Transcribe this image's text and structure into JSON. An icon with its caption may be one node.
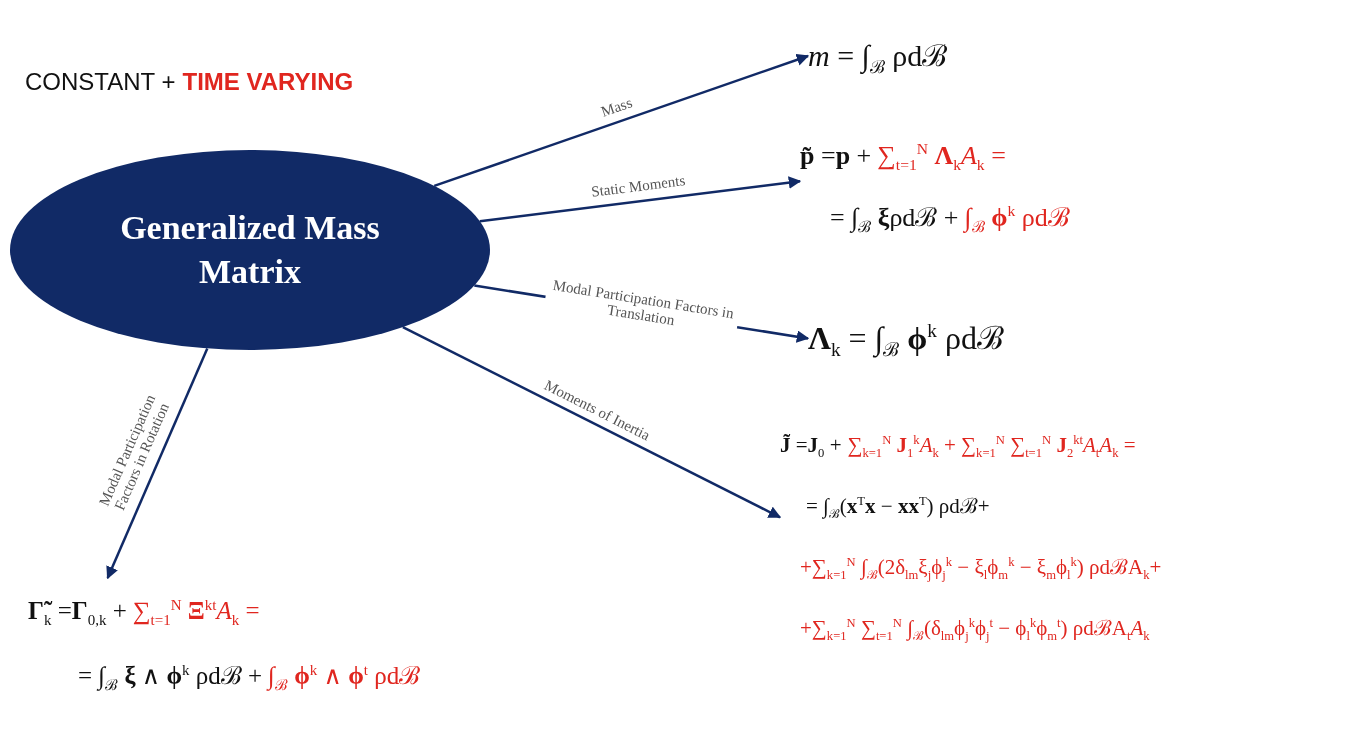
{
  "diagram": {
    "nodes": [
      {
        "text": [
          "Generalized Mass Matrix"
        ]
      },
      {
        "text": [
          "*m* = ∫$_{ℬ}$ ρdℬ"
        ]
      },
      {
        "text": [
          "**p̃** =**p** +",
          "∑$_{t=1}$$^{N}$ **Λ**$_{k}$*A*$_{k}$ =",
          "= ∫$_{ℬ}$ **ξ**ρdℬ +",
          "∫$_{ℬ}$ **ϕ**$^{k}$ ρdℬ"
        ]
      },
      {
        "text": [
          "**Λ**$_{k}$ = ∫$_{ℬ}$ **ϕ**$^{k}$ ρdℬ"
        ]
      },
      {
        "text": [
          "**J̃** =**J**$_{0}$ +",
          "∑$_{k=1}$$^{N}$ **J**$_{1}$$^{k}$*A*$_{k}$ + ∑$_{k=1}$$^{N}$ ∑$_{t=1}$$^{N}$ **J**$_{2}$$^{kt}$*A*$_{t}$*A*$_{k}$ =",
          "= ∫$_{ℬ}$(**x**$^{T}$**x** − **xx**$^{T}$) ρdℬ+",
          "+∑$_{k=1}$$^{N}$ ∫$_{ℬ}$(2δ$_{lm}$ξ$_{j}$ϕ$_{j}$$^{k}$ − ξ$_{l}$ϕ$_{m}$$^{k}$ − ξ$_{m}$ϕ$_{l}$$^{k}$) ρdℬA$_{k}$+",
          "+∑$_{k=1}$$^{N}$ ∑$_{t=1}$$^{N}$ ∫$_{ℬ}$(δ$_{lm}$ϕ$_{j}$$^{k}$ϕ$_{j}$$^{t}$ − ϕ$_{l}$$^{k}$ϕ$_{m}$$^{t}$) ρdℬA$_{t}$*A*$_{k}$"
        ]
      },
      {
        "text": [
          "**Γ̃**$_{k}$ =**Γ**$_{0,k}$ +",
          "∑$_{t=1}$$^{N}$ **Ξ**$^{kt}$*A*$_{k}$ =",
          "= ∫$_{ℬ}$ **ξ** ∧ **ϕ**$^{k}$ ρdℬ +",
          "∫$_{ℬ}$ **ϕ**$^{k}$ ∧ **ϕ**$^{t}$ ρdℬ"
        ]
      }
    ],
    "edges": [
      {
        "from": 0,
        "to": 1,
        "arrow": "to",
        "label": "Mass"
      },
      {
        "from": 0,
        "to": 2,
        "arrow": "to",
        "label": "Static Moments"
      },
      {
        "from": 0,
        "to": 3,
        "arrow": "to",
        "label": "Modal Participation Factors in Translation"
      },
      {
        "from": 0,
        "to": 4,
        "arrow": "to",
        "label": "Moments of Inertia"
      },
      {
        "from": 0,
        "to": 5,
        "arrow": "to",
        "label": "Modal Participation Factors in Rotation"
      }
    ],
    "labels": [
      "CONSTANT +",
      "TIME VARYING"
    ]
  }
}
